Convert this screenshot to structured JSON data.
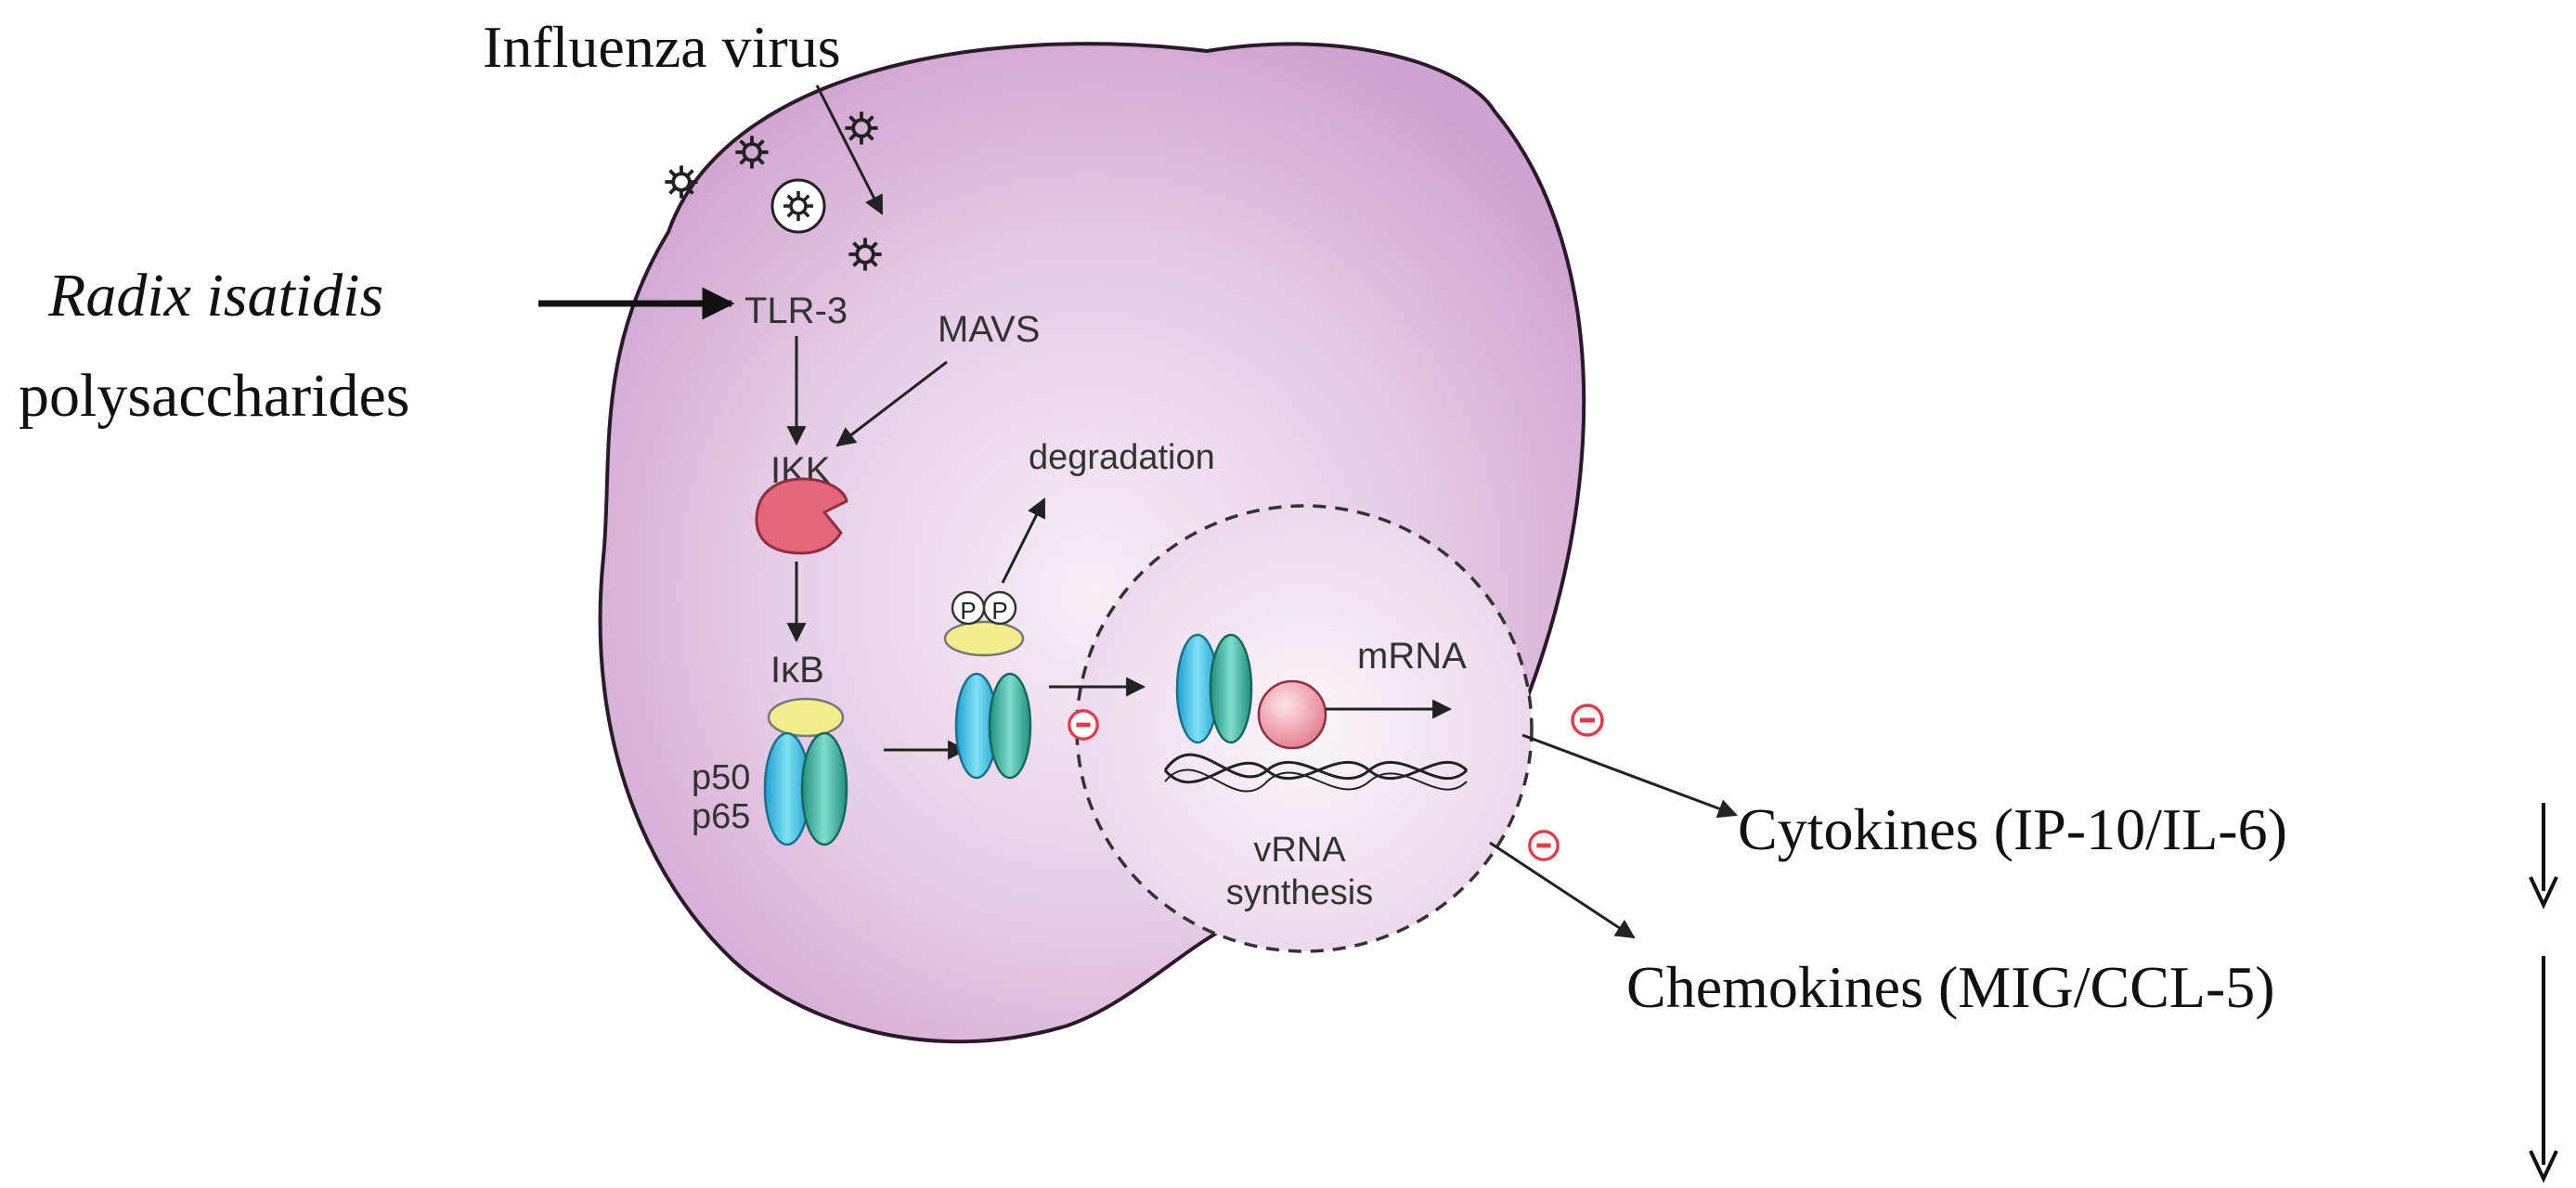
{
  "outside": {
    "virus_label": "Influenza virus",
    "drug_line1": "Radix isatidis",
    "drug_line2": "polysaccharides",
    "cytokines_label": "Cytokines (IP-10/IL-6)",
    "chemokines_label": "Chemokines (MIG/CCL-5)"
  },
  "cell": {
    "tlr3": "TLR-3",
    "mavs": "MAVS",
    "ikk": "IKK",
    "ikb": "IκB",
    "p50": "p50",
    "p65": "p65",
    "degradation": "degradation",
    "phospho_1": "P",
    "phospho_2": "P"
  },
  "nucleus": {
    "mrna": "mRNA",
    "vrna_line1": "vRNA",
    "vrna_line2": "synthesis"
  },
  "colors": {
    "cell_fill": "#d9b6d9",
    "cell_edge": "#2a1a2a",
    "ikk_enzyme": "#e4667a",
    "ikb_ellipse": "#f2ec8a",
    "p50_cyan": "#3cc6e6",
    "p65_teal": "#2fb39c",
    "polymerase": "#f3a1ae",
    "inhibit_red": "#e23a4a"
  },
  "icons": [
    "virus-icon",
    "inhibition-icon",
    "down-arrow-icon"
  ]
}
